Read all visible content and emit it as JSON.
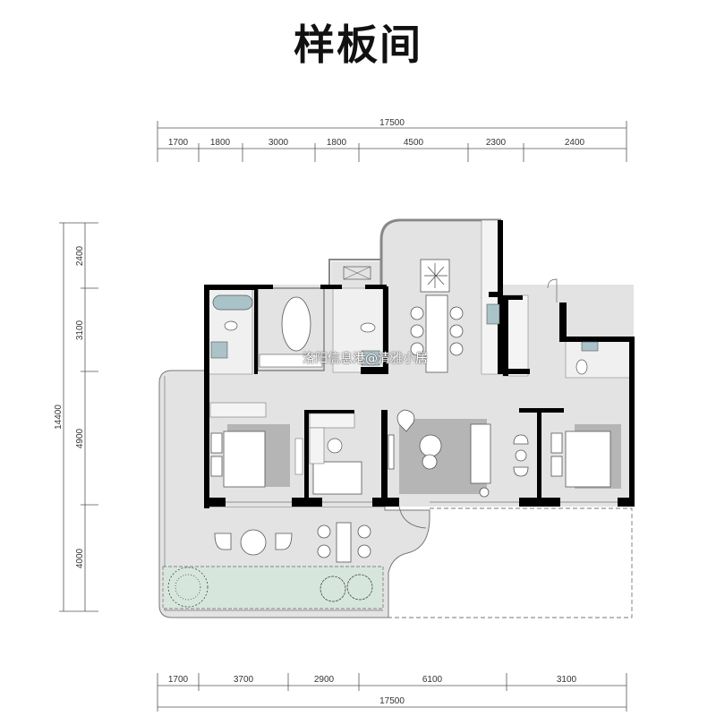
{
  "title": "样板间",
  "watermark": "洛阳信息港@清雅小居",
  "dimensions": {
    "top_total": "17500",
    "top_segments": [
      "1700",
      "1800",
      "3000",
      "1800",
      "4500",
      "2300",
      "2400"
    ],
    "bottom_total": "17500",
    "bottom_segments": [
      "1700",
      "3700",
      "2900",
      "6100",
      "3100"
    ],
    "left_total": "14400",
    "left_segments": [
      "2400",
      "3100",
      "4900",
      "4000"
    ]
  },
  "colors": {
    "floor": "#e3e3e3",
    "wall": "#000000",
    "rug": "#b5b5b5",
    "garden": "#d7e6dc",
    "water": "#a9c3c9"
  }
}
